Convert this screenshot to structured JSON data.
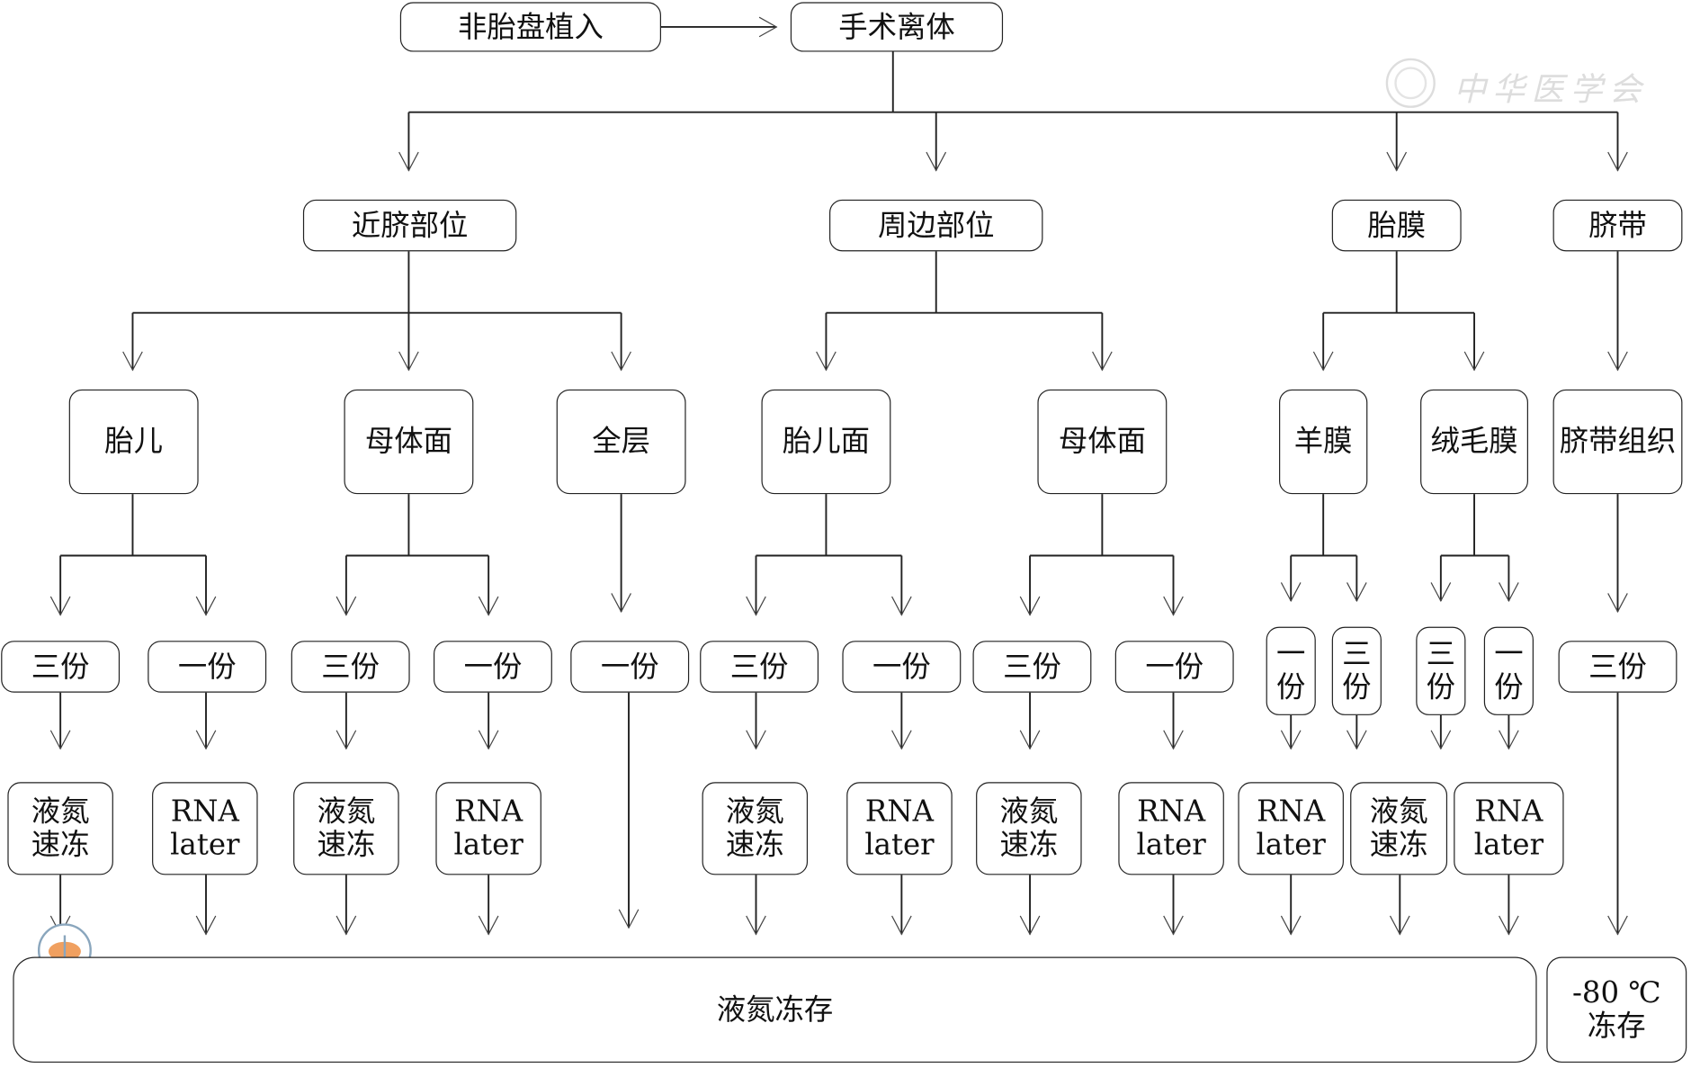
{
  "top": {
    "start": "非胎盘植入",
    "step": "手术离体"
  },
  "regions": {
    "a": "近脐部位",
    "b": "周边部位",
    "c": "胎膜",
    "d": "脐带"
  },
  "tissues": {
    "a1": "胎儿",
    "a2": "母体面",
    "a3": "全层",
    "b1": "胎儿面",
    "b2": "母体面",
    "c1": "羊膜",
    "c2": "绒毛膜",
    "d1": "脐带组织"
  },
  "portions": {
    "three": "三份",
    "one": "一份",
    "v_one_a": "一",
    "v_one_b": "份",
    "v_three_a": "三",
    "v_three_b": "份"
  },
  "process": {
    "ln2_a": "液氮",
    "ln2_b": "速冻",
    "rna_a": "RNA",
    "rna_b": "later"
  },
  "storage": {
    "ln2": "液氮冻存",
    "minus80_a": "-80 ℃",
    "minus80_b": "冻存"
  },
  "watermark": {
    "text": "中华医学会"
  }
}
